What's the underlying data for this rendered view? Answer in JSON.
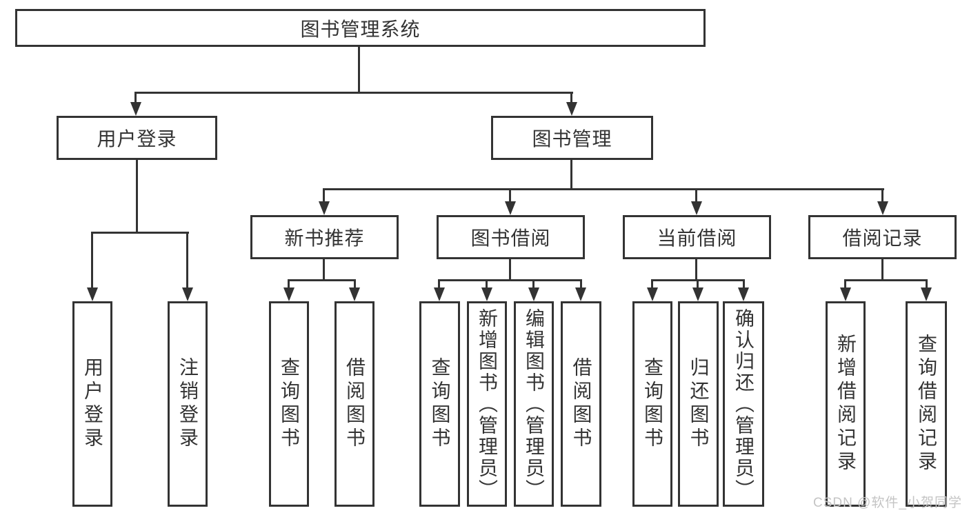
{
  "diagram": {
    "root": {
      "label": "图书管理系统"
    },
    "level2": {
      "user_login": {
        "label": "用户登录"
      },
      "book_management": {
        "label": "图书管理"
      }
    },
    "level3": {
      "new_book_recommend": {
        "label": "新书推荐"
      },
      "book_borrow": {
        "label": "图书借阅"
      },
      "current_borrow": {
        "label": "当前借阅"
      },
      "borrow_records": {
        "label": "借阅记录"
      }
    },
    "leaves": {
      "user": [
        "用户登录",
        "注销登录"
      ],
      "newbook": [
        "查询图书",
        "借阅图书"
      ],
      "borrow": [
        "查询图书",
        "新增图书（管理员）",
        "编辑图书（管理员）",
        "借阅图书"
      ],
      "current": [
        "查询图书",
        "归还图书",
        "确认归还（管理员）"
      ],
      "records": [
        "新增借阅记录",
        "查询借阅记录"
      ]
    },
    "watermark": "CSDN @软件_小贺同学",
    "colors": {
      "line": "#333333",
      "text": "#333333",
      "background": "#ffffff",
      "watermark": "#c4c4c4"
    }
  }
}
